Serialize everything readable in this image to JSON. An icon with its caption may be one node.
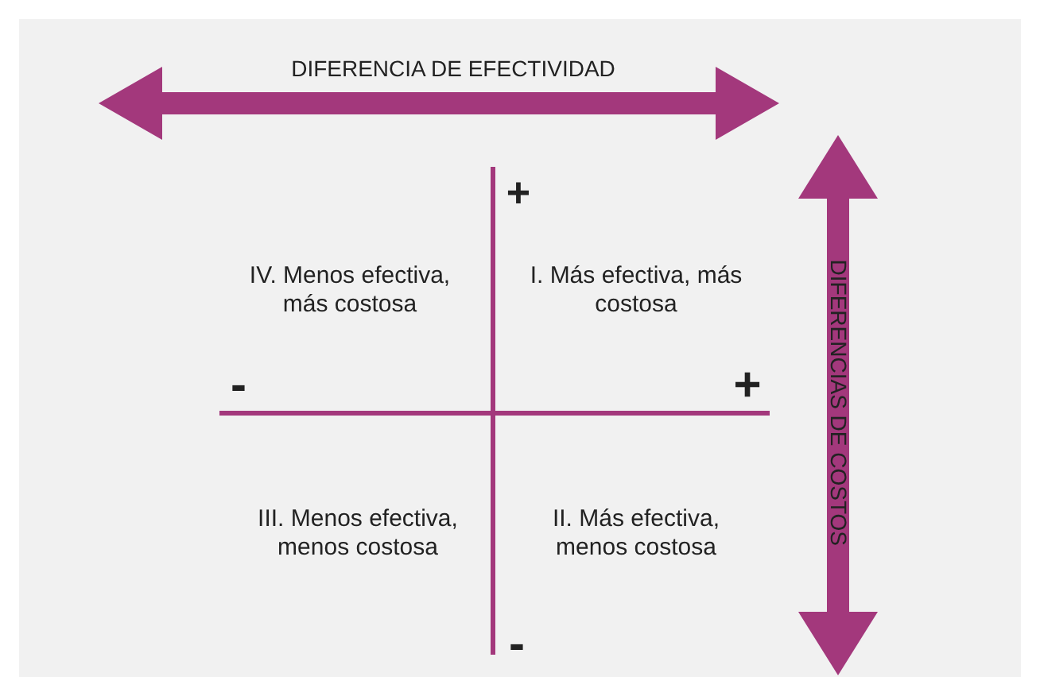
{
  "diagram": {
    "labels": [
      "DIFERENCIA DE EFECTIVIDAD",
      "+",
      "IV. Menos efectiva, más costosa",
      "I. Más efectiva, más costosa",
      "DIFERENCIAS DE COSTOS",
      "-",
      "+",
      "III. Menos efectiva, menos costosa",
      "II. Más efectiva, menos costosa",
      "-"
    ]
  }
}
